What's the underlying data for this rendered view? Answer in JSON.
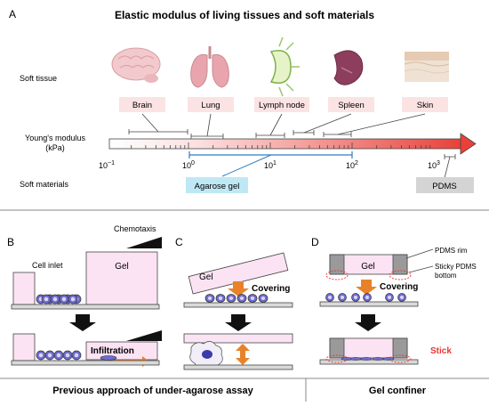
{
  "panel_a": {
    "letter": "A",
    "title": "Elastic modulus of living tissues and soft materials",
    "soft_tissue_label": "Soft tissue",
    "tissues": [
      "Brain",
      "Lung",
      "Lymph node",
      "Spleen",
      "Skin"
    ],
    "youngs_label_1": "Young's modulus",
    "youngs_label_2": "(kPa)",
    "soft_materials_label": "Soft materials",
    "tick_base": "10",
    "tick_exponents": [
      "−1",
      "0",
      "1",
      "2",
      "3"
    ],
    "materials": [
      "Agarose gel",
      "PDMS"
    ],
    "colors": {
      "tissue_label_bg": "#fbe3e4",
      "agarose_bg": "#bfe8f5",
      "pdms_bg": "#d4d4d4",
      "arrow_red": "#e8413a",
      "range_blue": "#2f7fc1"
    }
  },
  "panel_b": {
    "letter": "B",
    "cell_inlet": "Cell inlet",
    "chemotaxis": "Chemotaxis",
    "gel": "Gel",
    "infiltration": "Infiltration"
  },
  "panel_c": {
    "letter": "C",
    "gel": "Gel",
    "covering": "Covering"
  },
  "panel_d": {
    "letter": "D",
    "pdms_rim": "PDMS rim",
    "sticky_1": "Sticky PDMS",
    "sticky_2": "bottom",
    "gel": "Gel",
    "covering": "Covering",
    "stick": "Stick"
  },
  "footer": {
    "left": "Previous approach of under-agarose assay",
    "right": "Gel confiner"
  }
}
